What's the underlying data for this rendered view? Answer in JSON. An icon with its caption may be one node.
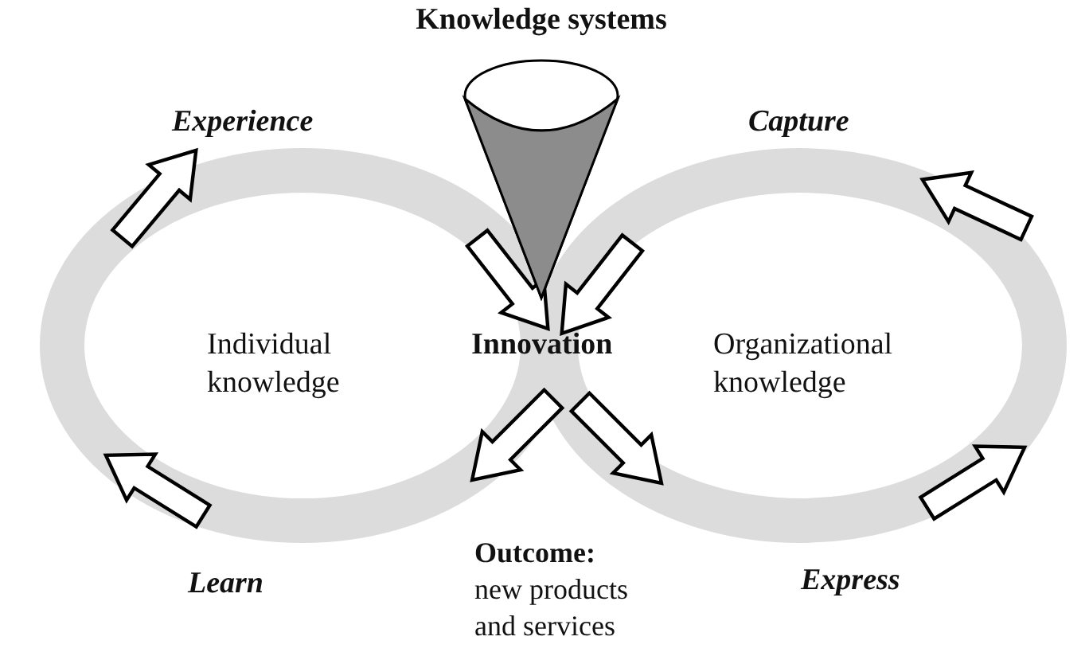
{
  "diagram": {
    "nodes": [
      {
        "text": [
          "Knowledge systems"
        ]
      },
      {
        "text": [
          "Individual knowledge"
        ]
      },
      {
        "text": [
          "Organizational knowledge"
        ]
      },
      {
        "text": [
          "Innovation"
        ]
      }
    ],
    "edges": [
      {
        "from": 1,
        "to": 3,
        "arrow": "to"
      },
      {
        "from": 2,
        "to": 3,
        "arrow": "to"
      },
      {
        "from": 3,
        "to": 1,
        "arrow": "to"
      },
      {
        "from": 3,
        "to": 2,
        "arrow": "to"
      }
    ],
    "labels": [
      "Experience",
      "Capture",
      "Learn",
      "**Outcome:** new products and services",
      "Express"
    ]
  }
}
